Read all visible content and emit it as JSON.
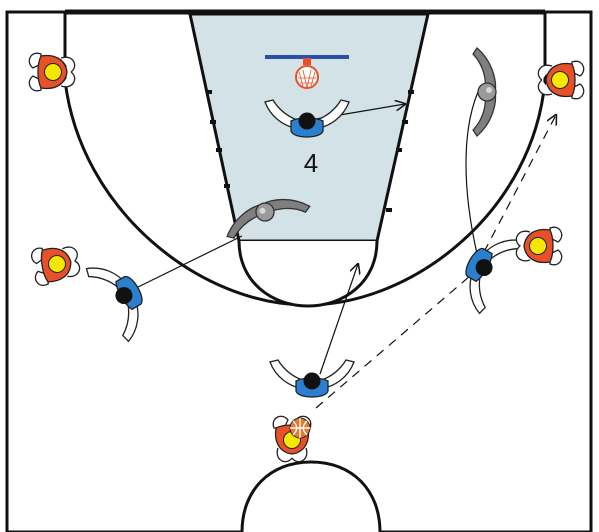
{
  "diagram": {
    "court": {
      "floor_color": "#ffffff",
      "paint_color": "#d3e2e6",
      "line_color": "#111111",
      "rim_color": "#e8502a",
      "backboard_color": "#2a4fa8"
    },
    "players": {
      "offense_shirt_color": "#2a7fcf",
      "offense_head_color": "#111111",
      "offense_arm_color": "#ffffff",
      "labeled_player_number": "4"
    },
    "defense": {
      "shirt_color": "#e8502a",
      "head_color": "#f4e800",
      "arm_color": "#ffffff"
    },
    "ghost_defense": {
      "body_color": "#7f7f7f",
      "head_color": "#9a9a9a"
    },
    "ball": {
      "color": "#e8782a",
      "seam_color": "#ffffff",
      "icon": "basketball-icon"
    },
    "lines": {
      "cut_style": "solid-arrow",
      "pass_style": "dashed-arrow"
    }
  }
}
